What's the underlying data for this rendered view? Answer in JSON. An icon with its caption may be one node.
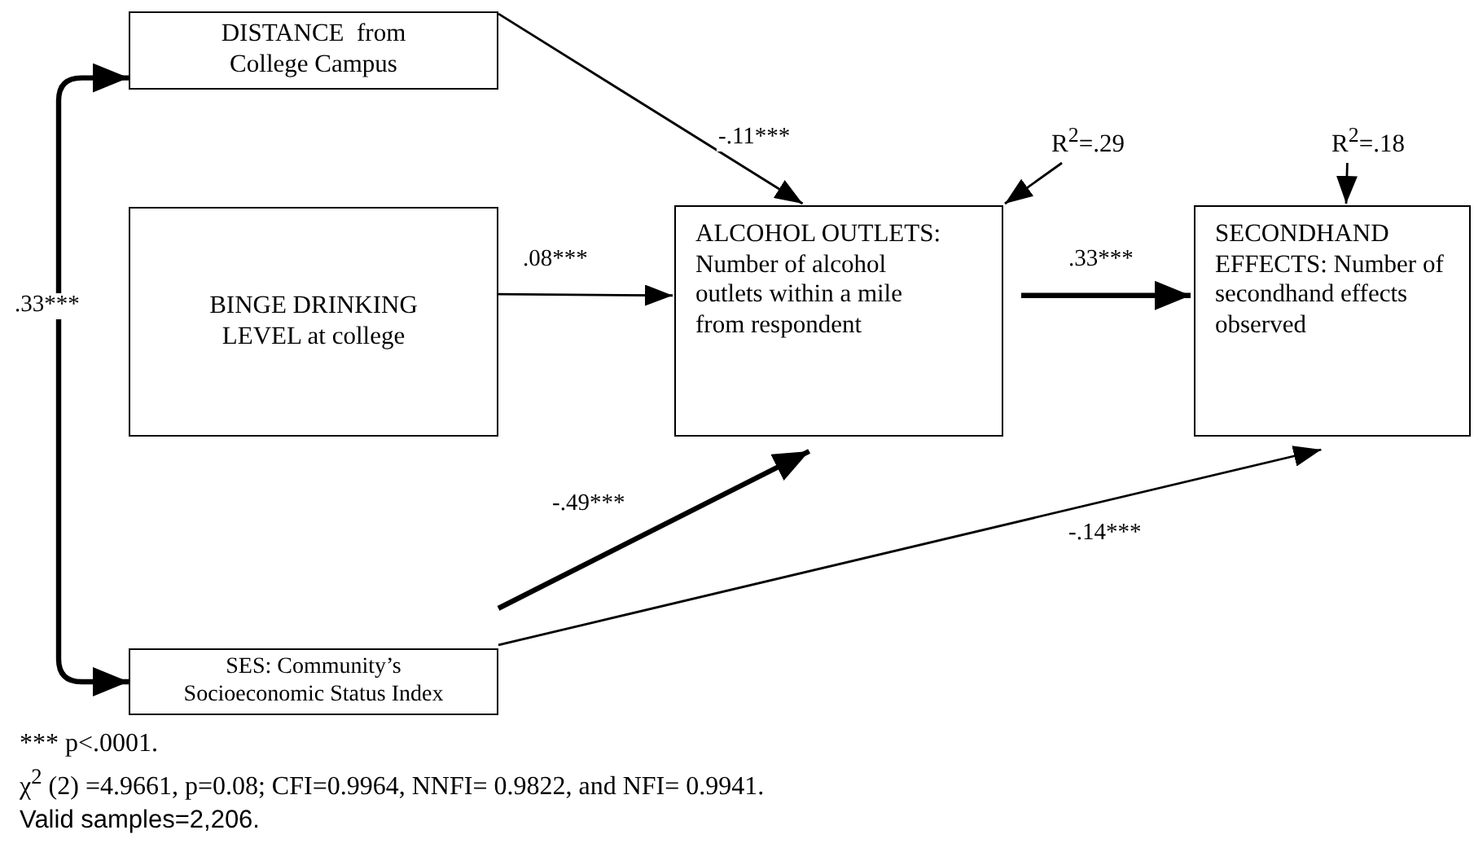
{
  "diagram": {
    "nodes": [
      {
        "text": [
          "DISTANCE  from College Campus"
        ]
      },
      {
        "text": [
          "BINGE DRINKING LEVEL at college"
        ]
      },
      {
        "text": [
          "ALCOHOL OUTLETS: Number of alcohol outlets within a mile from respondent"
        ]
      },
      {
        "text": [
          "SECONDHAND EFFECTS: Number of secondhand effects observed"
        ]
      },
      {
        "text": [
          "SES: Community’s Socioeconomic Status Index"
        ]
      },
      {
        "text": [
          "R$^{2}$=.29"
        ]
      },
      {
        "text": [
          "R$^{2}$=.18"
        ]
      }
    ],
    "edges": [
      {
        "from": 0,
        "to": 2,
        "arrow": "to",
        "label": "-.11***"
      },
      {
        "from": 1,
        "to": 2,
        "arrow": "to",
        "label": ".08***"
      },
      {
        "from": 2,
        "to": 3,
        "arrow": "to",
        "label": ".33***",
        "style": "thick"
      },
      {
        "from": 4,
        "to": 2,
        "arrow": "to",
        "label": "-.49***",
        "style": "thick"
      },
      {
        "from": 4,
        "to": 3,
        "arrow": "to",
        "label": "-.14***"
      },
      {
        "from": 5,
        "to": 2,
        "arrow": "to"
      },
      {
        "from": 6,
        "to": 3,
        "arrow": "to"
      },
      {
        "from": 0,
        "to": 4,
        "arrow": "both",
        "label": ".33***",
        "style": "thick"
      }
    ],
    "labels": [
      "*** p<.0001.",
      "χ$^{2}$ (2) =4.9661, p=0.08; CFI=0.9964, NNFI= 0.9822, and NFI= 0.9941.",
      "Valid samples=2,206."
    ]
  }
}
